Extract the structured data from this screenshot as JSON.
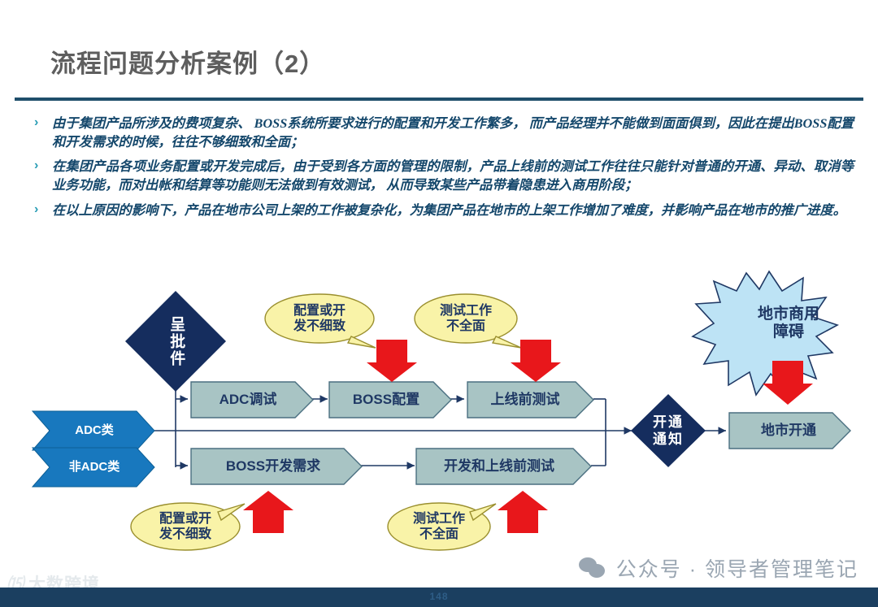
{
  "slide": {
    "title": "流程问题分析案例（2）",
    "page_number": "148"
  },
  "bullets": [
    {
      "marker": "›",
      "text": "由于集团产品所涉及的费项复杂、 BOSS系统所要求进行的配置和开发工作繁多， 而产品经理并不能做到面面俱到，因此在提出BOSS配置和开发需求的时候，往往不够细致和全面；"
    },
    {
      "marker": "›",
      "text": "在集团产品各项业务配置或开发完成后，由于受到各方面的管理的限制，产品上线前的测试工作往往只能针对普通的开通、异动、取消等业务功能，而对出帐和结算等功能则无法做到有效测试， 从而导致某些产品带着隐患进入商用阶段；"
    },
    {
      "marker": "›",
      "text": "在以上原因的影响下，产品在地市公司上架的工作被复杂化，为集团产品在地市的上架工作增加了难度，并影响产品在地市的推广进度。"
    }
  ],
  "diagram": {
    "decisions": [
      {
        "id": "submit-approval",
        "label": "呈批件"
      },
      {
        "id": "activation-notice",
        "label": "开通通知"
      }
    ],
    "inputs": [
      {
        "id": "adc-type",
        "label": "ADC类"
      },
      {
        "id": "non-adc-type",
        "label": "非ADC类"
      }
    ],
    "processes": [
      {
        "id": "adc-debug",
        "label": "ADC调试"
      },
      {
        "id": "boss-config",
        "label": "BOSS配置"
      },
      {
        "id": "pre-launch-test",
        "label": "上线前测试"
      },
      {
        "id": "boss-dev-request",
        "label": "BOSS开发需求"
      },
      {
        "id": "dev-and-pre-launch-test",
        "label": "开发和上线前测试"
      },
      {
        "id": "city-activation",
        "label": "地市开通"
      }
    ],
    "callouts": [
      {
        "id": "callout-top-config",
        "label": "配置或开\n发不细致"
      },
      {
        "id": "callout-top-test",
        "label": "测试工作\n不全面"
      },
      {
        "id": "callout-bottom-config",
        "label": "配置或开\n发不细致"
      },
      {
        "id": "callout-bottom-test",
        "label": "测试工作\n不全面"
      }
    ],
    "burst": {
      "id": "city-commercial-obstacle",
      "label": "地市商用\n障碍"
    }
  },
  "watermark": {
    "wechat_text": "公众号 · 领导者管理笔记",
    "logo_mark": "⒂",
    "logo_text": "大数跨境"
  },
  "colors": {
    "title_gray": "#5e5e5e",
    "rule_navy": "#1f4e6b",
    "bullet_text": "#14476b",
    "bullet_marker": "#2a9db5",
    "diamond_navy": "#152d5e",
    "chevron_blue": "#1878be",
    "process_sage": "#a8c4c4",
    "callout_yellow": "#f9f3a8",
    "arrow_red": "#e8171b",
    "burst_blue": "#bde3f5",
    "footer_navy": "#1b3f60"
  }
}
